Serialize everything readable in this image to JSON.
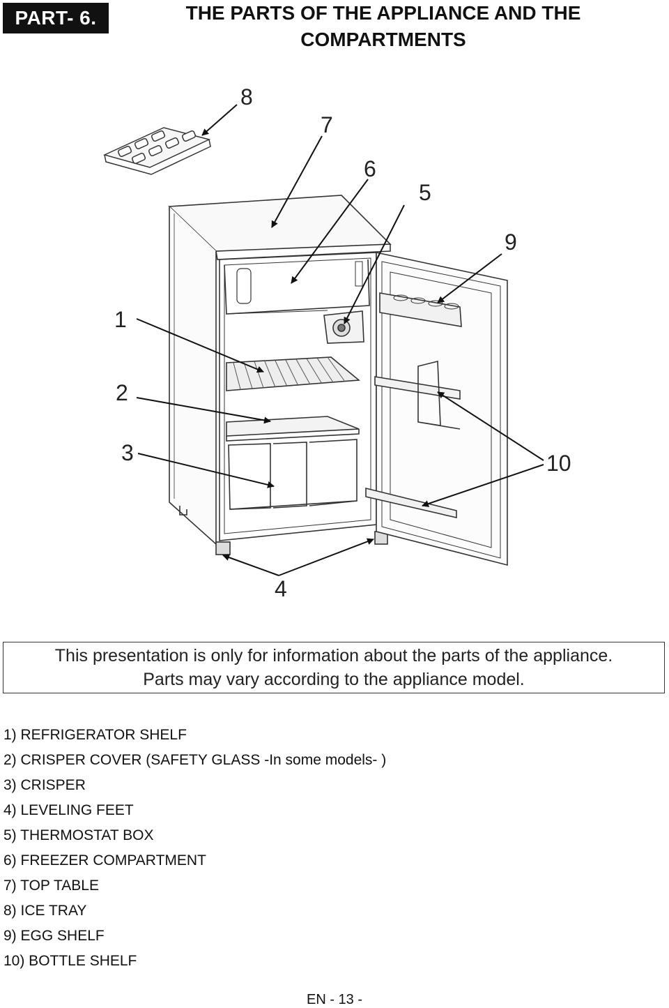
{
  "header": {
    "part_label": "PART- 6.",
    "title_line1": "THE PARTS OF THE APPLIANCE AND THE",
    "title_line2": "COMPARTMENTS"
  },
  "diagram": {
    "callouts": [
      "1",
      "2",
      "3",
      "4",
      "5",
      "6",
      "7",
      "8",
      "9",
      "10"
    ]
  },
  "notice": {
    "line1": "This presentation  is only for information about the parts of the appliance.",
    "line2": "Parts may vary according to the appliance model."
  },
  "legend": [
    "1) REFRIGERATOR SHELF",
    "2) CRISPER COVER (SAFETY GLASS -In some models- )",
    "3)  CRISPER",
    "4) LEVELING FEET",
    "5) THERMOSTAT BOX",
    "6) FREEZER COMPARTMENT",
    "7) TOP TABLE",
    "8) ICE TRAY",
    "9) EGG SHELF",
    "10) BOTTLE SHELF"
  ],
  "footer": {
    "page": "EN - 13 -"
  }
}
